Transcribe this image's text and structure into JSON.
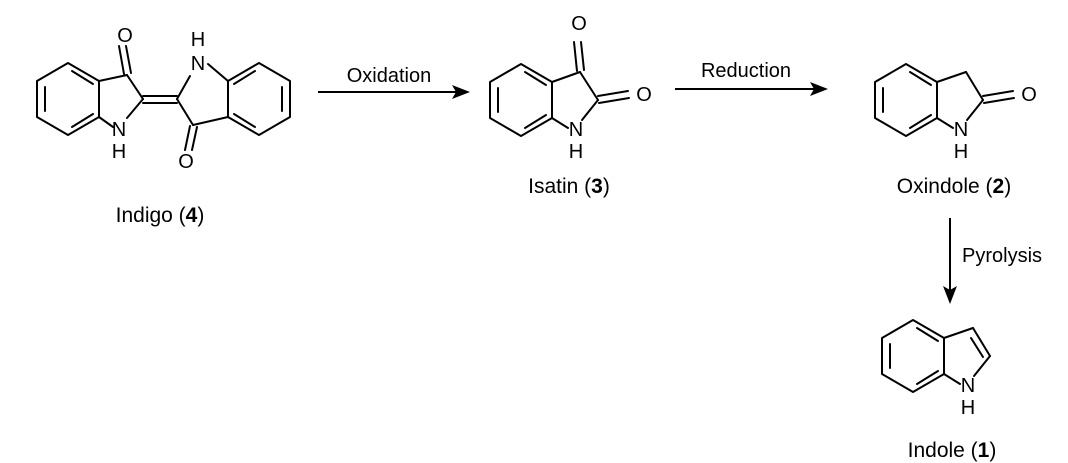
{
  "atoms": {
    "oxygen": "O",
    "nitrogen": "N",
    "hydrogen": "H"
  },
  "compounds": {
    "indigo": {
      "name": "Indigo",
      "number": "4"
    },
    "isatin": {
      "name": "Isatin",
      "number": "3"
    },
    "oxindole": {
      "name": "Oxindole",
      "number": "2"
    },
    "indole": {
      "name": "Indole",
      "number": "1"
    }
  },
  "steps": {
    "oxidation": "Oxidation",
    "reduction": "Reduction",
    "pyrolysis": "Pyrolysis"
  }
}
